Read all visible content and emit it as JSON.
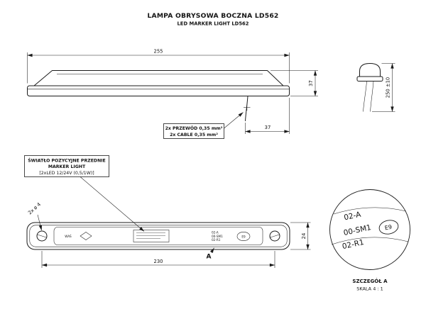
{
  "title": {
    "line1": "LAMPA OBRYSOWA BOCZNA LD562",
    "line2": "LED MARKER LIGHT LD562"
  },
  "side_view": {
    "width_dim": "255",
    "height_dim": "37",
    "cable_offset_dim": "37",
    "cable_note": {
      "line1": "2x PRZEWÓD 0,35 mm²",
      "line2": "2x CABLE 0,35 mm²"
    }
  },
  "end_view": {
    "cable_length_dim": "250 ±10"
  },
  "function_note": {
    "line1": "ŚWIATŁO POZYCYJNE PRZEDNIE",
    "line2": "MARKER LIGHT",
    "line3": "[2xLED 12/24V (0,5/1W)]"
  },
  "front_view": {
    "holes_dim": "2x ø 4",
    "mounting_dim": "230",
    "height_dim": "24",
    "detail_ref": "A",
    "brand": "WAŚ",
    "markings": [
      "02-A",
      "00-SM1",
      "02-R1"
    ],
    "approval_mark": "E9"
  },
  "detail_view": {
    "markings": [
      "02-A",
      "00-SM1",
      "02-R1"
    ],
    "approval_mark": "E9",
    "caption": "SZCZEGÓŁ A",
    "scale": "SKALA 4 : 1"
  },
  "colors": {
    "line": "#1b1b1b",
    "background": "#ffffff"
  }
}
